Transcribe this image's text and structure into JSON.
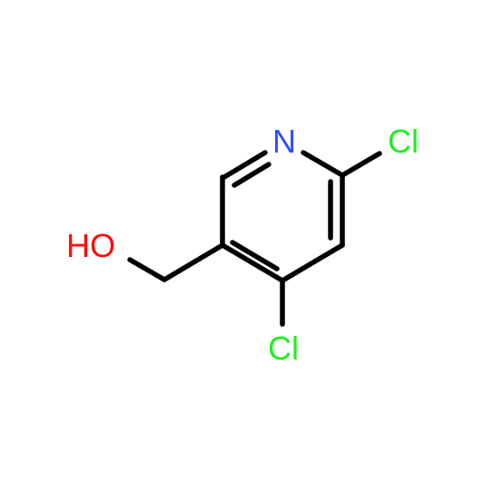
{
  "molecule": {
    "atoms": {
      "nitrogen": {
        "label": "N",
        "color": "#3050F8"
      },
      "chlorine_6": {
        "label": "Cl",
        "color": "#1FF01F"
      },
      "chlorine_4": {
        "label": "Cl",
        "color": "#1FF01F"
      },
      "hydroxyl": {
        "label": "HO",
        "color": "#FF0D0D"
      }
    },
    "bond_color": "#000000"
  }
}
